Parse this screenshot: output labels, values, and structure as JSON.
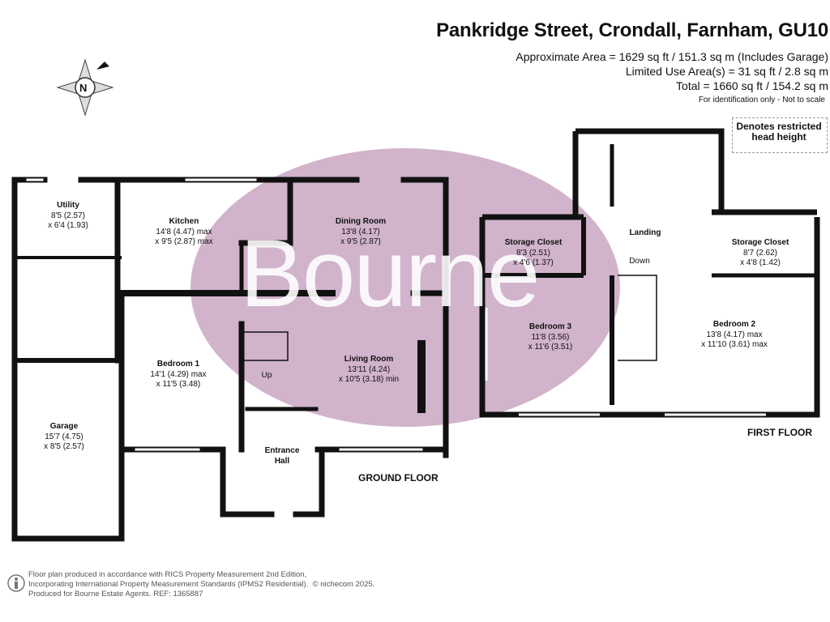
{
  "header": {
    "title": "Pankridge Street, Crondall, Farnham, GU10",
    "approx_area": "Approximate Area = 1629 sq ft / 151.3 sq m (Includes Garage)",
    "limited_use": "Limited Use Area(s) = 31 sq ft / 2.8 sq m",
    "total": "Total = 1660 sq ft / 154.2 sq m",
    "note": "For identification only - Not to scale"
  },
  "compass": {
    "label": "N",
    "icon": "compass-icon"
  },
  "watermark": {
    "text": "Bourne",
    "fill": "#c9a6c3"
  },
  "legend": {
    "text": "Denotes restricted head height"
  },
  "colors": {
    "wall": "#111111",
    "watermark": "#c9a6c3",
    "footer": "#555555"
  },
  "ground_floor": {
    "label": "GROUND FLOOR",
    "rooms": [
      {
        "name": "Utility",
        "dim1": "8'5 (2.57)",
        "dim2": "x 6'4 (1.93)"
      },
      {
        "name": "Kitchen",
        "dim1": "14'8 (4.47) max",
        "dim2": "x 9'5 (2.87) max"
      },
      {
        "name": "Dining Room",
        "dim1": "13'8 (4.17)",
        "dim2": "x 9'5 (2.87)"
      },
      {
        "name": "Bedroom 1",
        "dim1": "14'1 (4.29) max",
        "dim2": "x 11'5 (3.48)"
      },
      {
        "name": "Living Room",
        "dim1": "13'11 (4.24)",
        "dim2": "x 10'5 (3.18) min"
      },
      {
        "name": "Garage",
        "dim1": "15'7 (4.75)",
        "dim2": "x 8'5 (2.57)"
      },
      {
        "name": "Entrance",
        "name2": "Hall"
      }
    ],
    "stairs_label": "Up"
  },
  "first_floor": {
    "label": "FIRST FLOOR",
    "rooms": [
      {
        "name": "Storage Closet",
        "dim1": "8'3 (2.51)",
        "dim2": "x 4'6 (1.37)"
      },
      {
        "name": "Storage Closet",
        "dim1": "8'7 (2.62)",
        "dim2": "x 4'8 (1.42)"
      },
      {
        "name": "Bedroom 3",
        "dim1": "11'8 (3.56)",
        "dim2": "x 11'6 (3.51)"
      },
      {
        "name": "Bedroom 2",
        "dim1": "13'8 (4.17) max",
        "dim2": "x 11'10 (3.61) max"
      },
      {
        "name": "Landing"
      }
    ],
    "stairs_label": "Down"
  },
  "footer": {
    "line1": "Floor plan produced in accordance with RICS Property Measurement 2nd Edition,",
    "line2": "Incorporating International Property Measurement Standards (IPMS2 Residential).",
    "copyright": "© nichecom 2025.",
    "line3": "Produced for Bourne Estate Agents.   REF: 1365887"
  }
}
